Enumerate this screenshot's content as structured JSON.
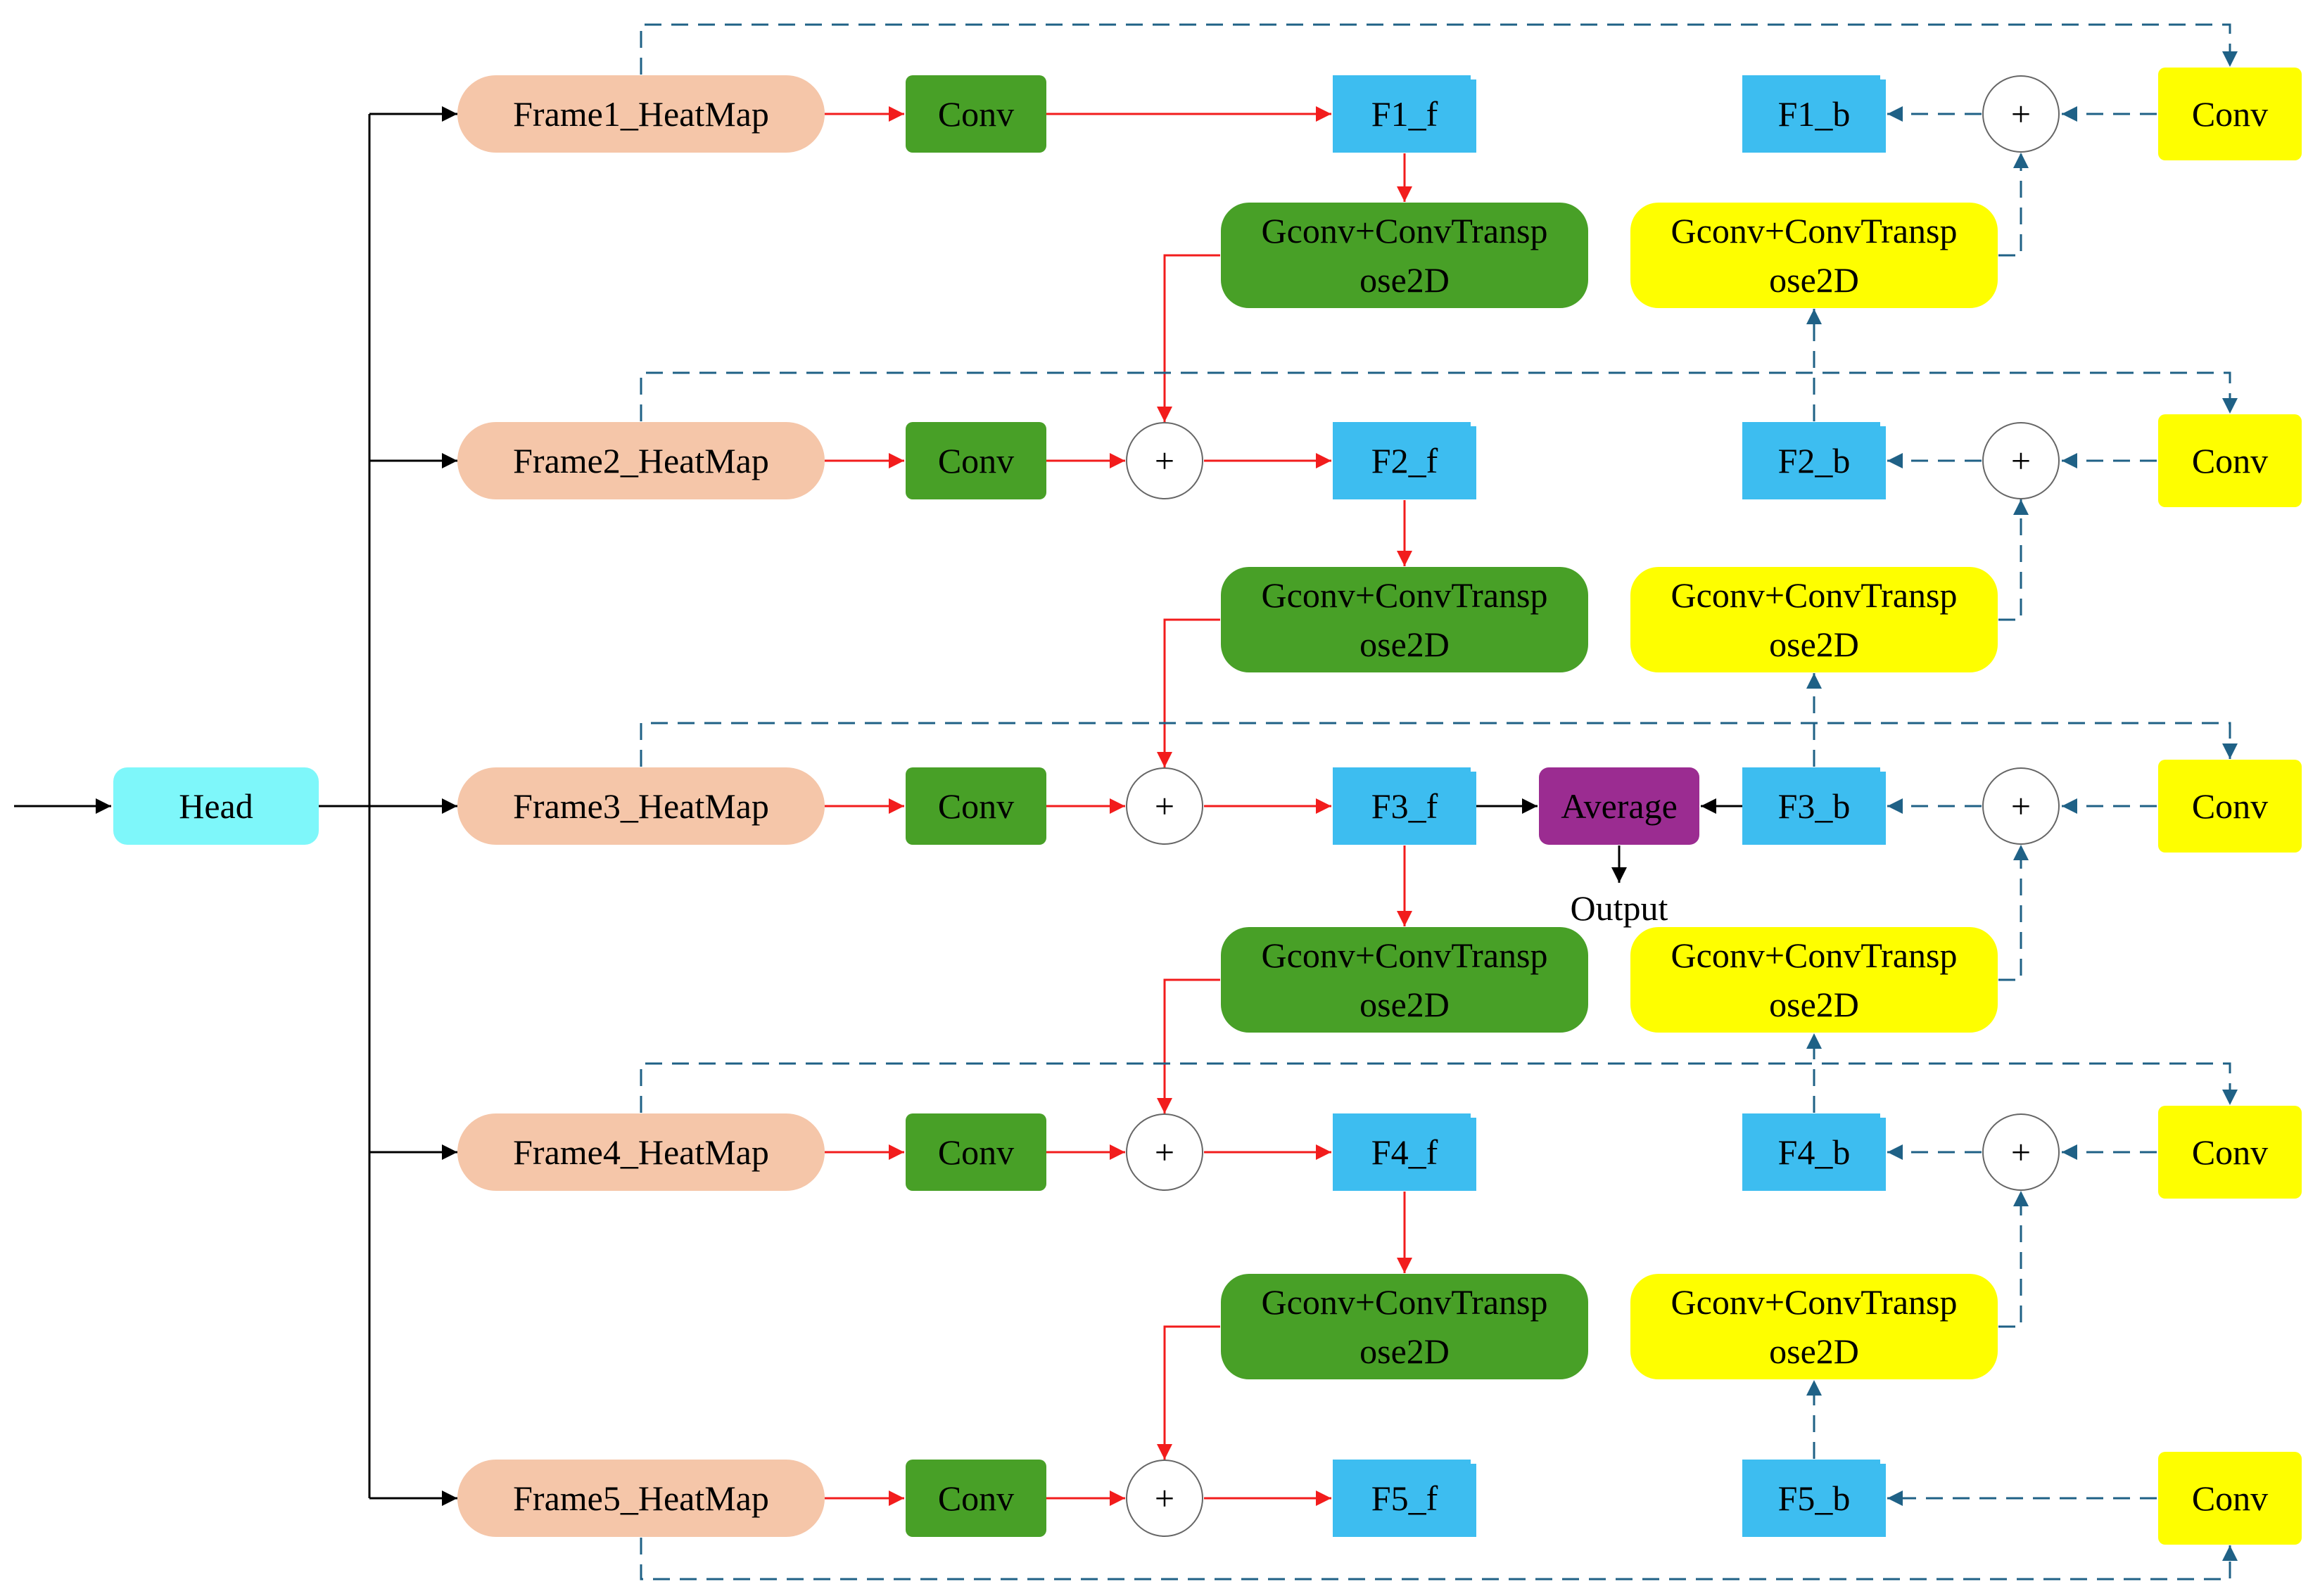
{
  "head": {
    "label": "Head"
  },
  "rows": [
    {
      "frame": "Frame1_HeatMap",
      "fwd_conv": "Conv",
      "f": "F1_f",
      "b": "F1_b",
      "bwd_conv": "Conv"
    },
    {
      "frame": "Frame2_HeatMap",
      "fwd_conv": "Conv",
      "f": "F2_f",
      "b": "F2_b",
      "bwd_conv": "Conv"
    },
    {
      "frame": "Frame3_HeatMap",
      "fwd_conv": "Conv",
      "f": "F3_f",
      "b": "F3_b",
      "bwd_conv": "Conv"
    },
    {
      "frame": "Frame4_HeatMap",
      "fwd_conv": "Conv",
      "f": "F4_f",
      "b": "F4_b",
      "bwd_conv": "Conv"
    },
    {
      "frame": "Frame5_HeatMap",
      "fwd_conv": "Conv",
      "f": "F5_f",
      "b": "F5_b",
      "bwd_conv": "Conv"
    }
  ],
  "gconv_label": [
    "Gconv+ConvTransp",
    "ose2D"
  ],
  "plus_symbol": "+",
  "average": {
    "label": "Average",
    "output_label": "Output"
  },
  "colors": {
    "head": "#7ef7fa",
    "frame": "#f5c6a9",
    "forward_block": "#48a027",
    "feature": "#3dbdf0",
    "backward_block": "#fefe00",
    "average": "#9b2c91",
    "forward_arrow": "#f21c1c",
    "backward_arrow": "#1f6186",
    "input_arrow": "#000000"
  }
}
